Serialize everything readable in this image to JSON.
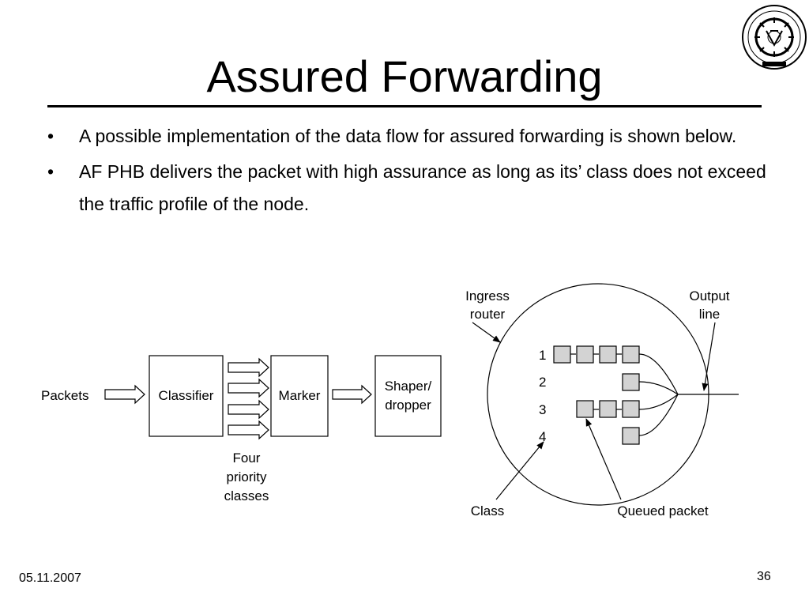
{
  "slide": {
    "title": "Assured Forwarding",
    "bullets": [
      "A possible implementation of the data flow for assured forwarding is shown below.",
      "AF PHB delivers the packet with high assurance as long as its’ class does not exceed the traffic profile of the node."
    ],
    "bullet_glyph": "•"
  },
  "diagram": {
    "packets_label": "Packets",
    "classifier_label": "Classifier",
    "marker_label": "Marker",
    "shaper_label_line1": "Shaper/",
    "shaper_label_line2": "dropper",
    "priority_line1": "Four",
    "priority_line2": "priority",
    "priority_line3": "classes",
    "ingress_line1": "Ingress",
    "ingress_line2": "router",
    "output_line1": "Output",
    "output_line2": "line",
    "class_numbers": [
      "1",
      "2",
      "3",
      "4"
    ],
    "class_label": "Class",
    "queued_label": "Queued packet"
  },
  "logo": {
    "name": "institute-seal"
  },
  "footer": {
    "date": "05.11.2007",
    "page": "36"
  }
}
